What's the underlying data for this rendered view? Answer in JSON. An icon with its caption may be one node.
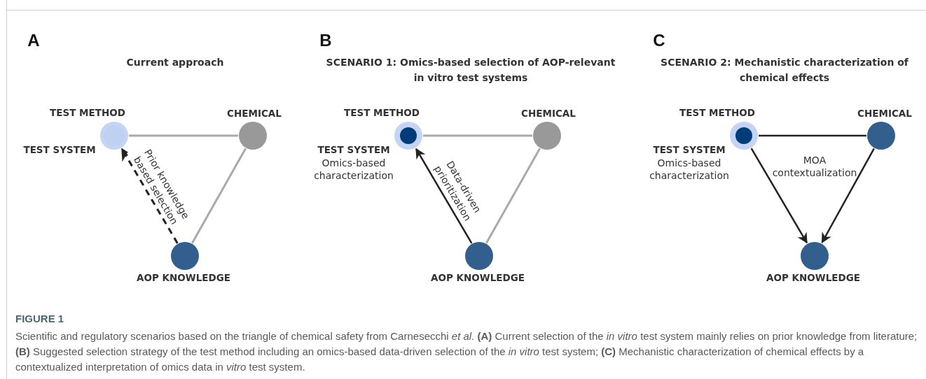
{
  "diagram": {
    "nodes": [
      {
        "text": [],
        "shape": "circle",
        "beside": [
          "TEST METHOD",
          "TEST SYSTEM"
        ]
      },
      {
        "text": [],
        "shape": "circle",
        "beside": [
          "CHEMICAL"
        ]
      },
      {
        "text": [],
        "shape": "circle",
        "beside": [
          "AOP KNOWLEDGE"
        ]
      },
      {
        "text": [],
        "shape": "circle",
        "beside": [
          "TEST METHOD",
          "TEST SYSTEM",
          "Omics-based characterization"
        ]
      },
      {
        "text": [],
        "shape": "circle",
        "beside": [
          "CHEMICAL"
        ]
      },
      {
        "text": [],
        "shape": "circle",
        "beside": [
          "AOP KNOWLEDGE"
        ]
      },
      {
        "text": [],
        "shape": "circle",
        "beside": [
          "TEST METHOD",
          "TEST SYSTEM",
          "Omics-based characterization"
        ]
      },
      {
        "text": [],
        "shape": "circle",
        "beside": [
          "CHEMICAL"
        ]
      },
      {
        "text": [],
        "shape": "circle",
        "beside": [
          "AOP KNOWLEDGE"
        ]
      }
    ],
    "edges": [
      {
        "from": 0,
        "to": 1,
        "arrow": "none",
        "color": "#aaaaaa"
      },
      {
        "from": 1,
        "to": 2,
        "arrow": "none",
        "color": "#aaaaaa"
      },
      {
        "from": 2,
        "to": 0,
        "arrow": "to",
        "style": "dashed",
        "label": "Prior knowledge based selection"
      },
      {
        "from": 3,
        "to": 4,
        "arrow": "none",
        "color": "#aaaaaa"
      },
      {
        "from": 4,
        "to": 5,
        "arrow": "none",
        "color": "#aaaaaa"
      },
      {
        "from": 5,
        "to": 3,
        "arrow": "to",
        "label": "Data-driven prioritization"
      },
      {
        "from": 6,
        "to": 7,
        "arrow": "none"
      },
      {
        "from": 6,
        "to": 8,
        "arrow": "to"
      },
      {
        "from": 7,
        "to": 8,
        "arrow": "to"
      }
    ],
    "labels": [
      "A",
      "B",
      "C",
      "Current approach",
      "SCENARIO 1: Omics-based selection of AOP-relevant in vitro test systems",
      "SCENARIO 2: Mechanistic characterization of chemical effects",
      "MOA contextualization",
      "FIGURE 1"
    ],
    "caption": "Scientific and regulatory scenarios based on the triangle of chemical safety from Carnesecchi *et al.* **(A)** Current selection of the *in vitro* test system mainly relies on prior knowledge from literature; **(B)** Suggested selection strategy of the test method including an omics-based data-driven selection of the *in vitro* test system; **(C)** Mechanistic characterization of chemical effects by a contextualized interpretation of omics data in *vitro* test system."
  }
}
